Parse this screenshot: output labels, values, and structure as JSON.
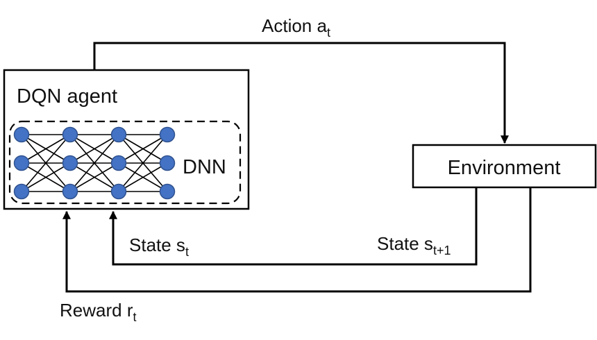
{
  "agent": {
    "title": "DQN agent"
  },
  "network": {
    "label": "DNN",
    "layers": 4,
    "nodes_per_layer": 3,
    "node_color": "#4472C4",
    "node_stroke": "#2F528F"
  },
  "environment": {
    "label": "Environment"
  },
  "action": {
    "label": "Action a",
    "subscript": "t"
  },
  "state": {
    "label": "State s",
    "subscript": "t"
  },
  "next_state": {
    "label": "State s",
    "subscript": "t+1"
  },
  "reward": {
    "label": "Reward r",
    "subscript": "t"
  },
  "colors": {
    "line": "#000000",
    "background": "#ffffff"
  }
}
